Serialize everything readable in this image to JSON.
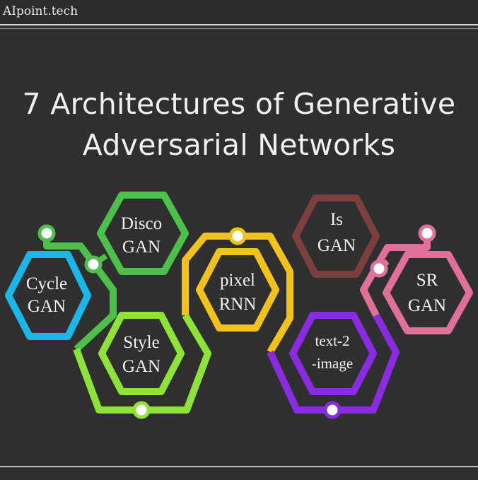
{
  "header": {
    "brand": "AIpoint.tech"
  },
  "title": {
    "line1": "7 Architectures of Generative",
    "line2": "Adversarial Networks"
  },
  "nodes": [
    {
      "id": "cycle",
      "line1": "Cycle",
      "line2": "GAN",
      "color": "#1ab8e8"
    },
    {
      "id": "disco",
      "line1": "Disco",
      "line2": "GAN",
      "color": "#4cc04a"
    },
    {
      "id": "style",
      "line1": "Style",
      "line2": "GAN",
      "color": "#8fe23a"
    },
    {
      "id": "pixel",
      "line1": "pixel",
      "line2": "RNN",
      "color": "#f2c21c"
    },
    {
      "id": "is",
      "line1": "Is",
      "line2": "GAN",
      "color": "#7b3f3f"
    },
    {
      "id": "text2image",
      "line1": "text-2",
      "line2": "-image",
      "color": "#8a2be2"
    },
    {
      "id": "sr",
      "line1": "SR",
      "line2": "GAN",
      "color": "#e0709a"
    }
  ],
  "colors": {
    "background": "#2f2f2f",
    "text": "#f2f2f2",
    "cycle": "#1ab8e8",
    "disco": "#4cc04a",
    "style": "#8fe23a",
    "pixel": "#f2c21c",
    "is": "#7b3f3f",
    "text2image": "#8a2be2",
    "sr": "#e0709a"
  }
}
